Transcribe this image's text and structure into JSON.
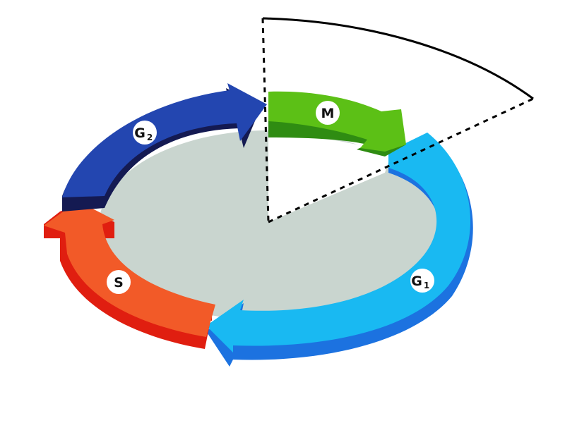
{
  "diagram": {
    "phases": [
      {
        "key": "g1",
        "label": "G",
        "subscript": "1",
        "color": "#19b9f2"
      },
      {
        "key": "s",
        "label": "S",
        "subscript": "",
        "color": "#f25a28"
      },
      {
        "key": "g2",
        "label": "G",
        "subscript": "2",
        "color": "#2346b0"
      },
      {
        "key": "m",
        "label": "M",
        "subscript": "",
        "color": "#5cc016"
      }
    ],
    "colors": {
      "disc": "#c9d5cf",
      "g1_side": "#1c72e0",
      "s_side": "#e01e10",
      "g2_side": "#141a52",
      "m_side": "#2f8c12",
      "label_circle": "#ffffff",
      "outline": "#000000"
    }
  }
}
